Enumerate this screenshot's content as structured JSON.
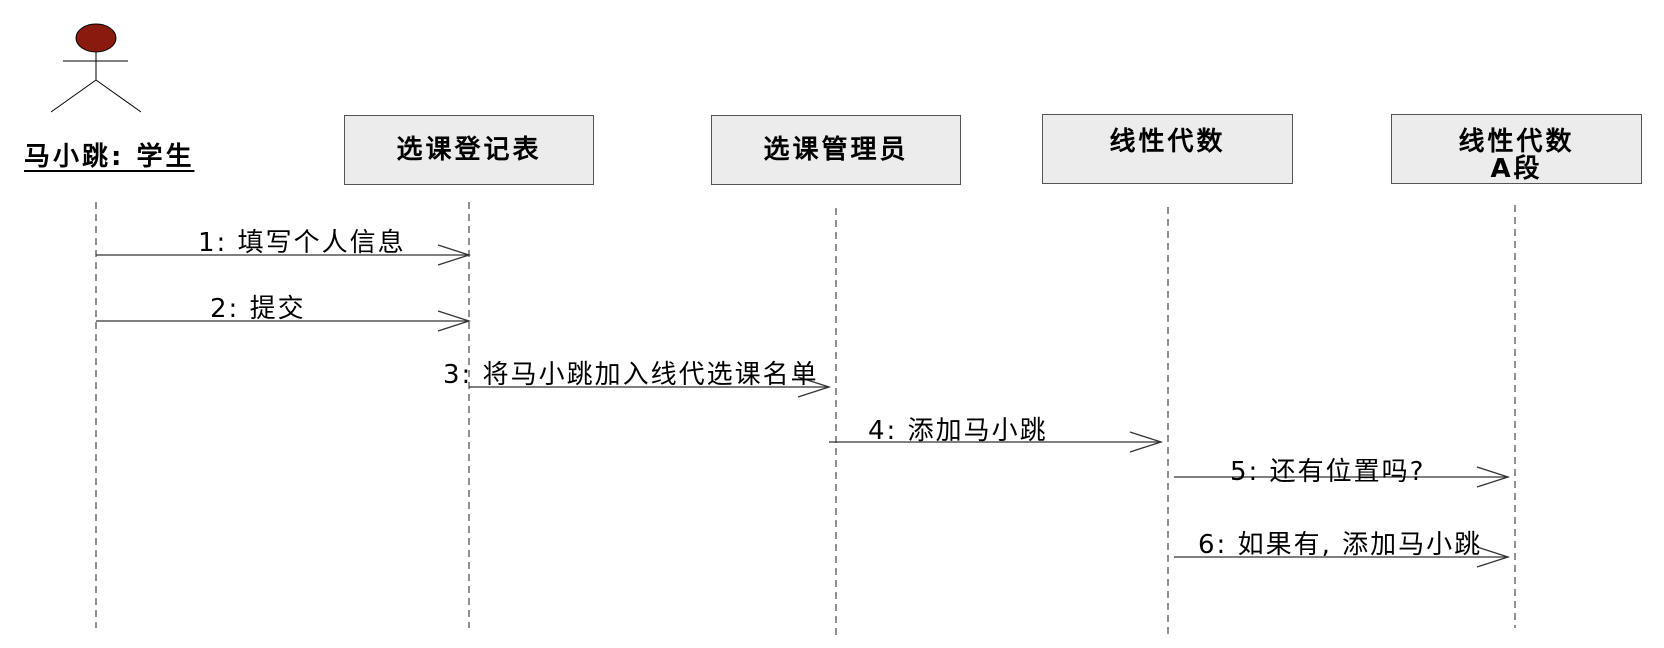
{
  "actor": {
    "name": "马小跳: 学生",
    "head_color": "#8b1a0e"
  },
  "participants": [
    {
      "id": "p1",
      "label": "选课登记表"
    },
    {
      "id": "p2",
      "label": "选课管理员"
    },
    {
      "id": "p3",
      "label": "线性代数"
    },
    {
      "id": "p4",
      "label_line1": "线性代数",
      "label_line2": "A段"
    }
  ],
  "messages": [
    {
      "id": "m1",
      "label": "1: 填写个人信息"
    },
    {
      "id": "m2",
      "label": "2: 提交"
    },
    {
      "id": "m3",
      "label": "3: 将马小跳加入线代选课名单"
    },
    {
      "id": "m4",
      "label": "4: 添加马小跳"
    },
    {
      "id": "m5",
      "label": "5: 还有位置吗?"
    },
    {
      "id": "m6",
      "label": "6: 如果有, 添加马小跳"
    }
  ]
}
